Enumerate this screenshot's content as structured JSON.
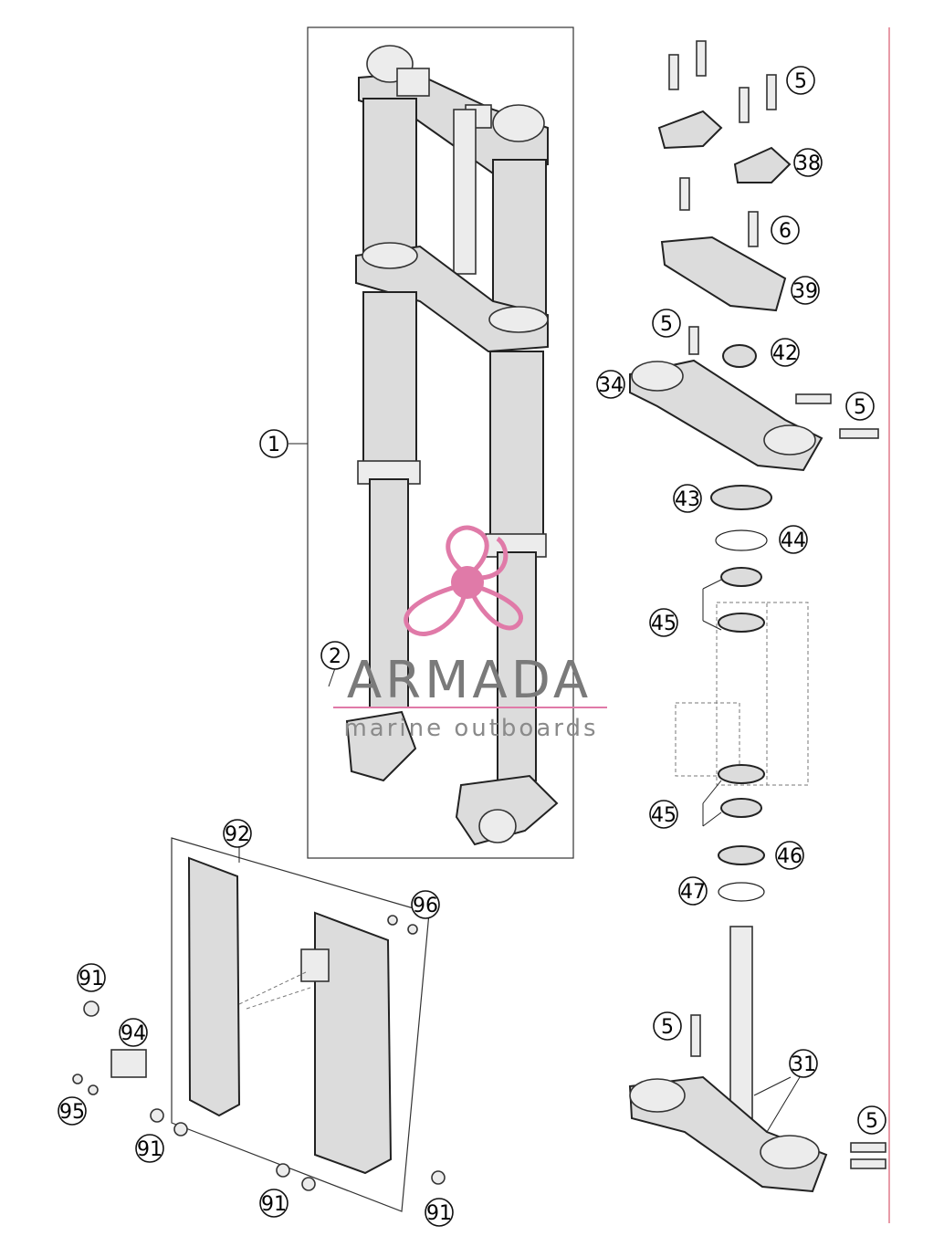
{
  "callouts": [
    {
      "label": "1"
    },
    {
      "label": "2"
    },
    {
      "label": "5"
    },
    {
      "label": "38"
    },
    {
      "label": "6"
    },
    {
      "label": "39"
    },
    {
      "label": "5"
    },
    {
      "label": "42"
    },
    {
      "label": "34"
    },
    {
      "label": "5"
    },
    {
      "label": "43"
    },
    {
      "label": "44"
    },
    {
      "label": "45"
    },
    {
      "label": "45"
    },
    {
      "label": "46"
    },
    {
      "label": "47"
    },
    {
      "label": "5"
    },
    {
      "label": "31"
    },
    {
      "label": "5"
    },
    {
      "label": "92"
    },
    {
      "label": "96"
    },
    {
      "label": "91"
    },
    {
      "label": "94"
    },
    {
      "label": "95"
    },
    {
      "label": "91"
    },
    {
      "label": "91"
    },
    {
      "label": "91"
    }
  ],
  "watermark": {
    "brand": "ARMADA",
    "tagline": "marine outboards",
    "color": "#e07aa8"
  },
  "colors": {
    "border_line": "#e07a8a",
    "stroke": "#222222",
    "fill": "#dcdcdc"
  }
}
